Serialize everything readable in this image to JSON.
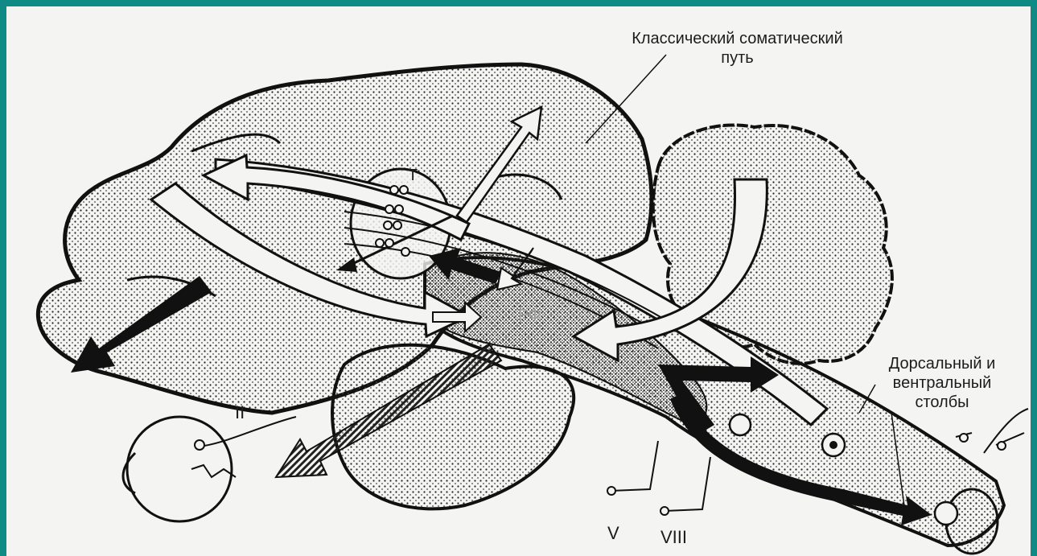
{
  "labels": {
    "classic_pathway_line1": "Классический соматический",
    "classic_pathway_line2": "путь",
    "thalamus": "Т",
    "reticular_formation": "РФ",
    "columns_line1": "Дорсальный и",
    "columns_line2": "вентральный",
    "columns_line3": "столбы",
    "optic_nerve": "II",
    "trigeminal_nerve": "V",
    "vestibulocochlear_nerve": "VIII"
  },
  "colors": {
    "frame": "#0f8a84",
    "paper": "#f4f4f2",
    "ink": "#1c1c1c"
  }
}
